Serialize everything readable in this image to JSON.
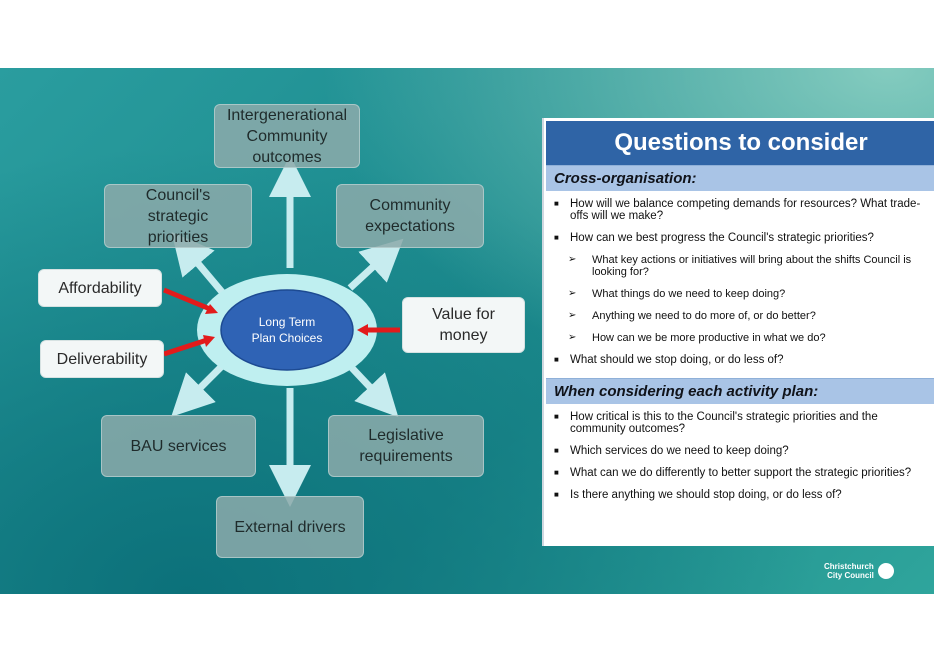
{
  "diagram": {
    "center": "Long Term\nPlan Choices",
    "nodes": {
      "intergenerational": "Intergenerational\nCommunity\noutcomes",
      "strategic": "Council's\nstrategic\npriorities",
      "community": "Community\nexpectations",
      "affordability": "Affordability",
      "value": "Value for\nmoney",
      "deliverability": "Deliverability",
      "bau": "BAU services",
      "legislative": "Legislative\nrequirements",
      "external": "External drivers"
    }
  },
  "panel": {
    "title": "Questions to consider",
    "section1": {
      "heading": "Cross-organisation:",
      "items": [
        "How will we balance competing demands for resources? What trade-offs will we make?",
        "How can we best progress the Council's strategic priorities?",
        "What key actions or initiatives will bring about the shifts Council is looking for?",
        "What things do we need to keep doing?",
        "Anything we need to do more of, or do better?",
        "How can we be more productive in what we do?",
        "What should we stop doing, or do less of?"
      ]
    },
    "section2": {
      "heading": "When considering each activity plan:",
      "items": [
        "How critical is this to the Council's strategic priorities and the community outcomes?",
        "Which services do we need to keep doing?",
        "What can we do differently to better support the strategic priorities?",
        "Is there anything we should stop doing, or do less of?"
      ]
    }
  },
  "logo": {
    "text": "Christchurch\nCity Council",
    "icon": "council-leaf-icon"
  }
}
